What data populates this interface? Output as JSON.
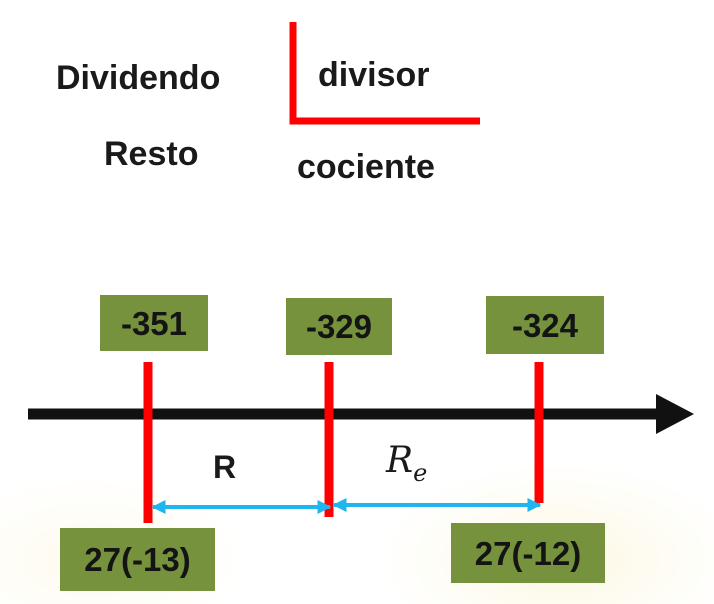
{
  "division_scheme": {
    "dividend_label": "Dividendo",
    "divisor_label": "divisor",
    "remainder_label": "Resto",
    "quotient_label": "cociente"
  },
  "number_line": {
    "markers": [
      {
        "value": "-351",
        "product": "27(-13)"
      },
      {
        "value": "-329"
      },
      {
        "value": "-324",
        "product": "27(-12)"
      }
    ],
    "interval_labels": {
      "remainder": "R",
      "excess_remainder_base": "R",
      "excess_remainder_sub": "e"
    }
  },
  "colors": {
    "axis": "#111111",
    "marker_line": "#ff0000",
    "division_bracket": "#ff0000",
    "value_box": "#76923c",
    "interval_arrow": "#1fb6f0",
    "text": "#1a1a1a"
  }
}
